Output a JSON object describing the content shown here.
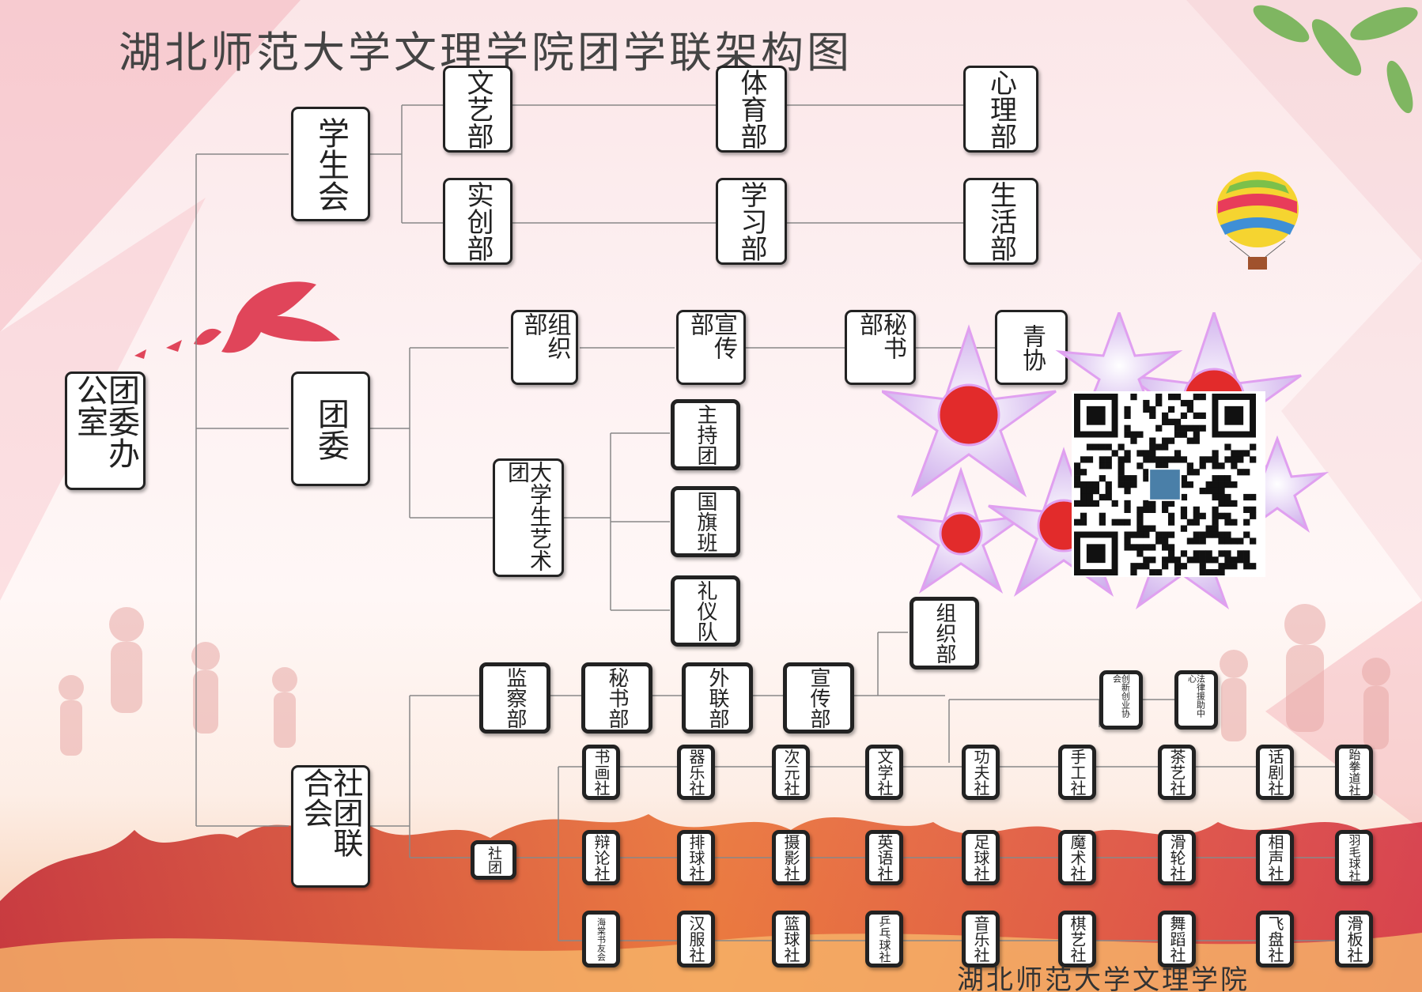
{
  "title": "湖北师范大学文理学院团学联架构图",
  "footer": "湖北师范大学文理学院",
  "nodes": {
    "root": "团委办公室",
    "xsh": "学生会",
    "tw": "团委",
    "stlh": "社团联合会",
    "xsh_wenyi": "文艺部",
    "xsh_tiyu": "体育部",
    "xsh_xinli": "心理部",
    "xsh_shichuang": "实创部",
    "xsh_xuexi": "学习部",
    "xsh_shenghuo": "生活部",
    "tw_zuzhi": "组织部",
    "tw_xuanchuan": "宣传部",
    "tw_mishu": "秘书部",
    "tw_qingxie": "青协",
    "tw_yishutuan": "大学生艺术团",
    "yst_zhuchi": "主持团",
    "yst_guoqi": "国旗班",
    "yst_liyi": "礼仪队",
    "st_zuzhi": "组织部",
    "st_jiancha": "监察部",
    "st_mishu": "秘书部",
    "st_wailian": "外联部",
    "st_xuanchuan": "宣传部",
    "st_chuangxin": "创新创业协会",
    "st_falv": "法律援助中心",
    "st_shetuan": "社团"
  },
  "clubs_row1": [
    "书画社",
    "器乐社",
    "次元社",
    "文学社",
    "功夫社",
    "手工社",
    "茶艺社",
    "话剧社",
    "跆拳道社"
  ],
  "clubs_row2": [
    "辩论社",
    "排球社",
    "摄影社",
    "英语社",
    "足球社",
    "魔术社",
    "滑轮社",
    "相声社",
    "羽毛球社"
  ],
  "clubs_row3": [
    "海棠书友会",
    "汉服社",
    "篮球社",
    "乒乓球社",
    "音乐社",
    "棋艺社",
    "舞蹈社",
    "飞盘社",
    "滑板社"
  ],
  "qr_code": "qr-code",
  "decor_icons": [
    "dove-icon",
    "hot-air-balloon-icon",
    "flower-icon",
    "runners-silhouette",
    "crowd-silhouette",
    "leaf-icon"
  ]
}
